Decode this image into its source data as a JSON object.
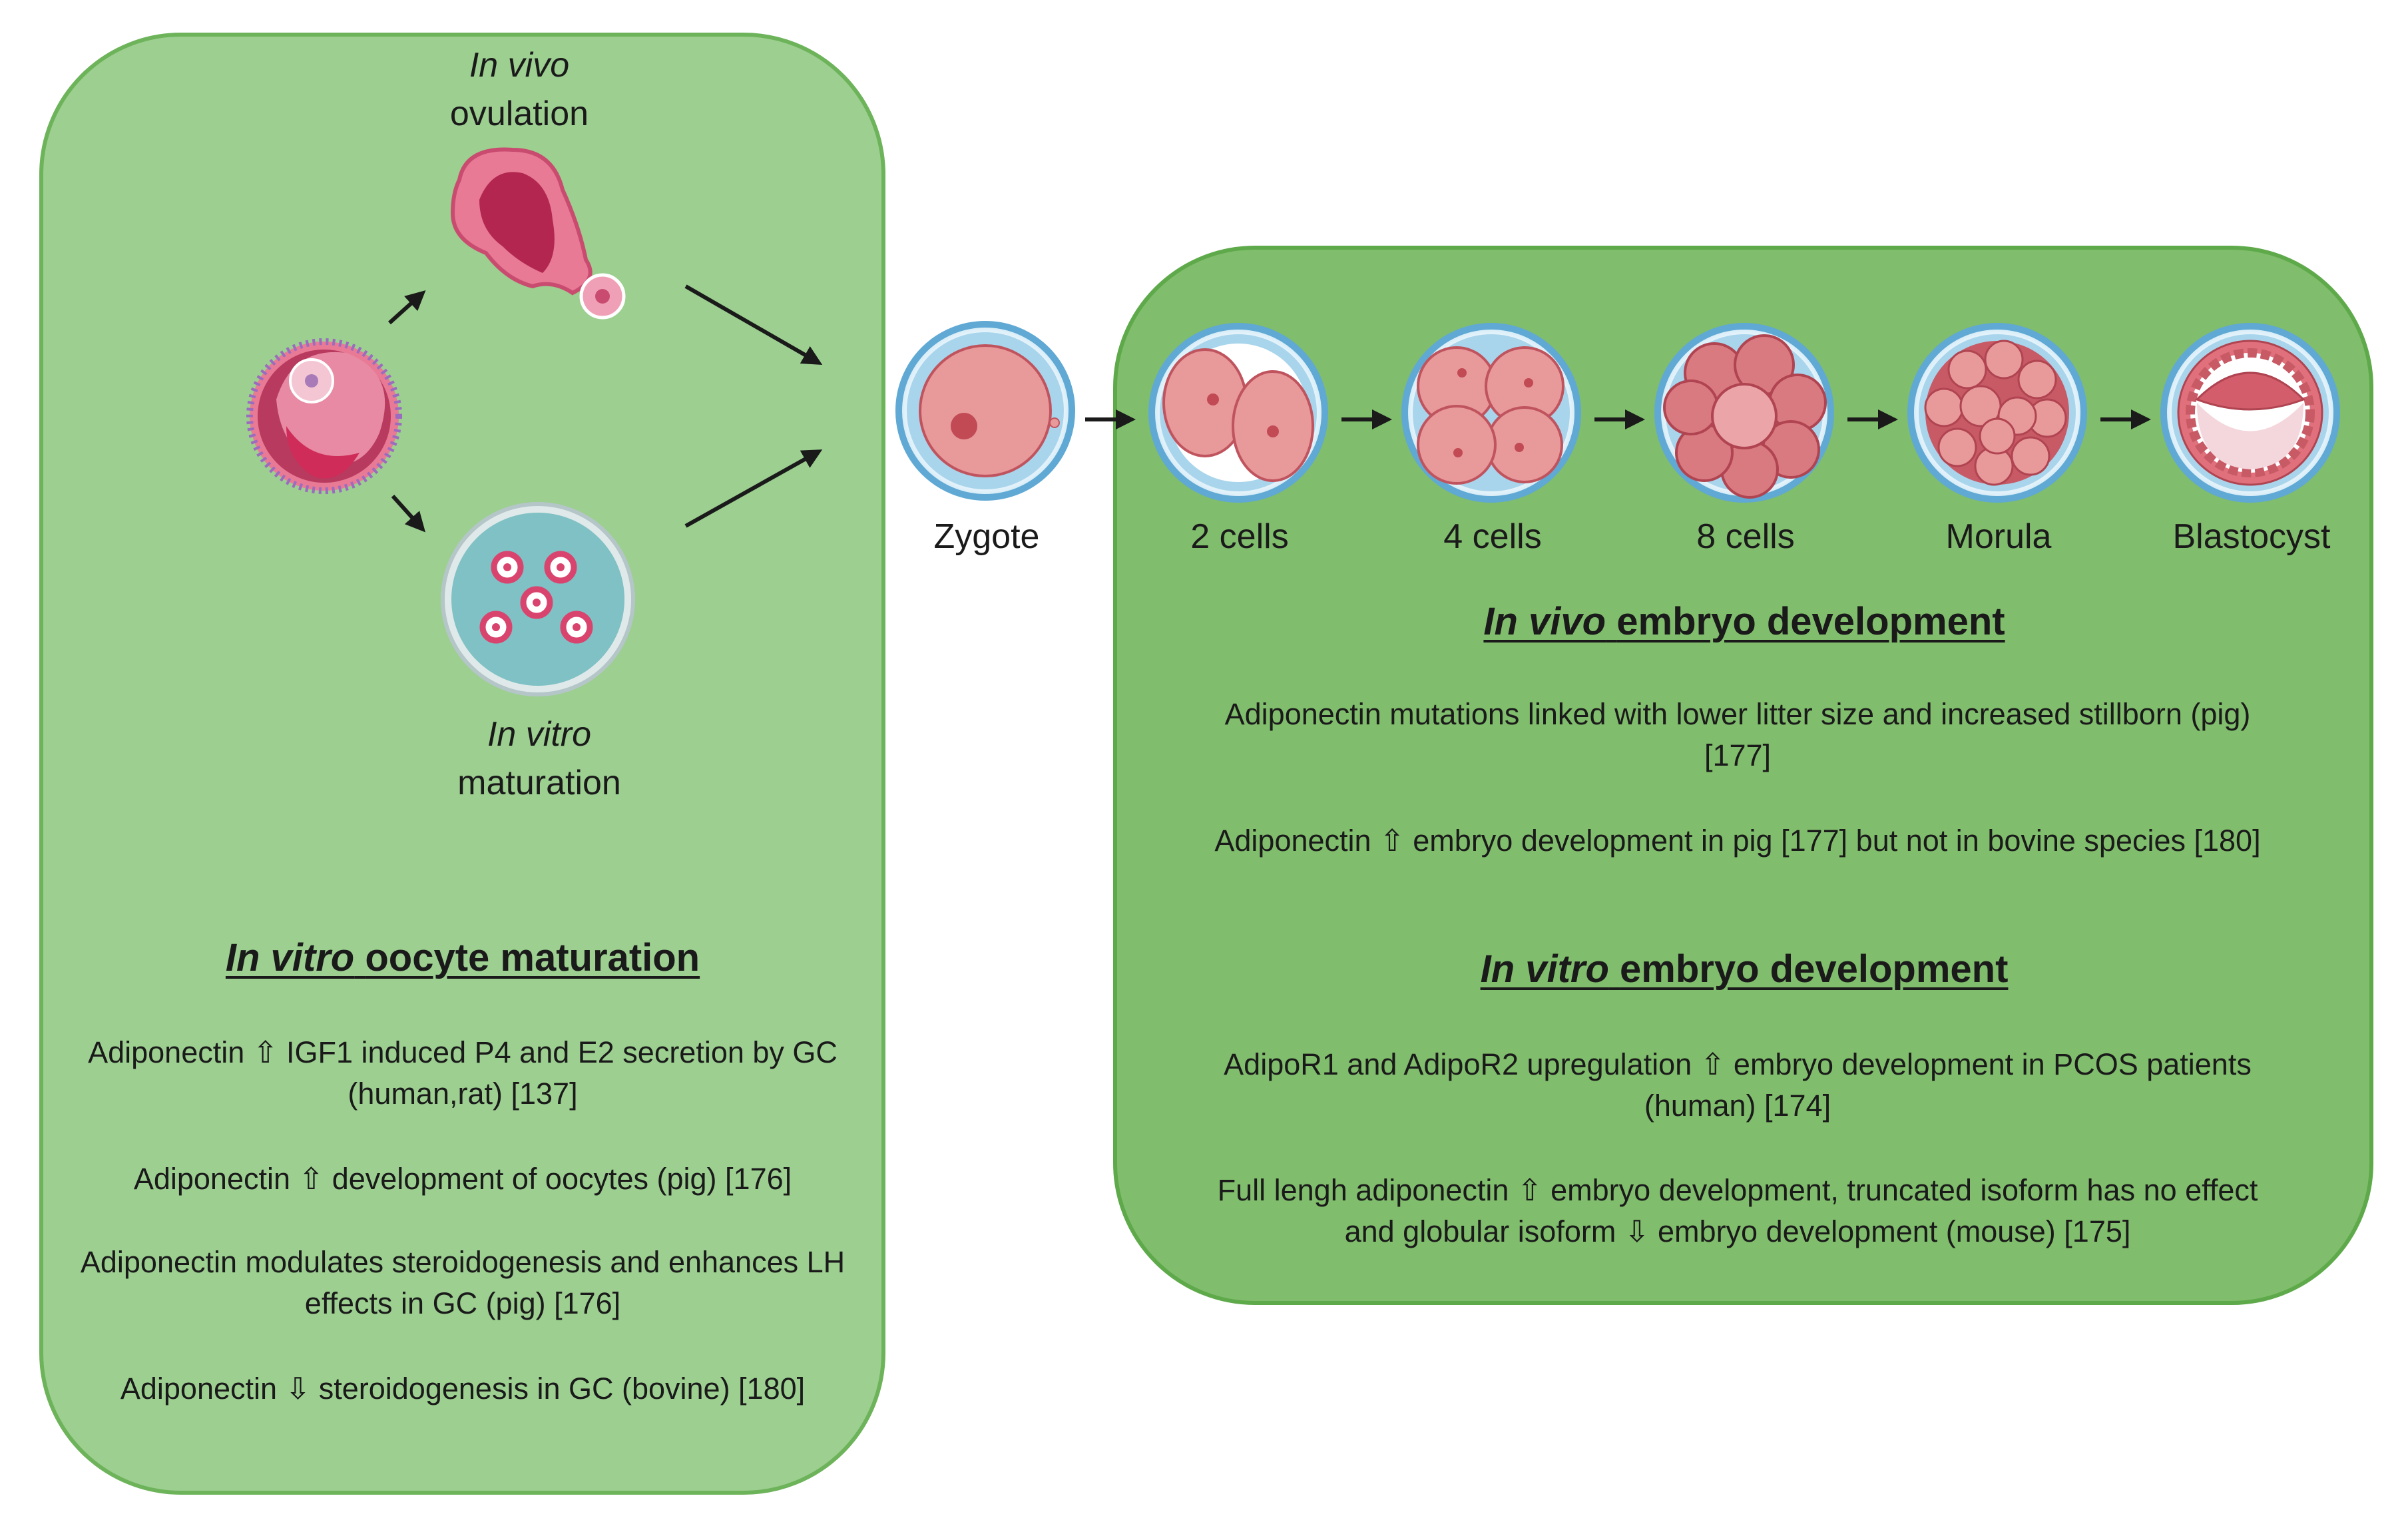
{
  "left_panel": {
    "ovulation_label_italic": "In vivo",
    "ovulation_label": "ovulation",
    "maturation_label_italic": "In vitro",
    "maturation_label": "maturation",
    "heading_italic": "In vitro",
    "heading_rest": "oocyte maturation",
    "statements": [
      "Adiponectin ⇧ IGF1 induced P4 and E2 secretion by GC (human,rat) [137]",
      "Adiponectin ⇧ development of oocytes (pig) [176]",
      "Adiponectin modulates steroidogenesis and enhances LH effects in GC (pig) [176]",
      "Adiponectin ⇩ steroidogenesis in GC (bovine) [180]"
    ]
  },
  "zygote_label": "Zygote",
  "stages": [
    "2 cells",
    "4 cells",
    "8 cells",
    "Morula",
    "Blastocyst"
  ],
  "right_panel": {
    "invivo_heading_italic": "In vivo",
    "invivo_heading_rest": "embryo development",
    "invivo_statements": [
      "Adiponectin mutations linked with lower litter size and increased stillborn (pig) [177]",
      "Adiponectin ⇧ embryo development in pig [177] but not in bovine species [180]"
    ],
    "invitro_heading_italic": "In vitro",
    "invitro_heading_rest": "embryo development",
    "invitro_statements": [
      "AdipoR1 and AdipoR2 upregulation ⇧ embryo development in PCOS patients (human) [174]",
      "Full lengh adiponectin ⇧ embryo development, truncated isoform has no effect and globular isoform ⇩ embryo development (mouse) [175]"
    ]
  },
  "colors": {
    "left_panel_fill": "#9ccf90",
    "left_panel_border": "#6db35a",
    "right_panel_fill": "#80bd6c",
    "right_panel_border": "#5ea94a",
    "cell_fill": "#e8999a",
    "cell_stroke": "#c0545e",
    "zona": "#a9d5ec",
    "zona_border": "#5fa9d4",
    "arrow": "#1a1a1a"
  }
}
